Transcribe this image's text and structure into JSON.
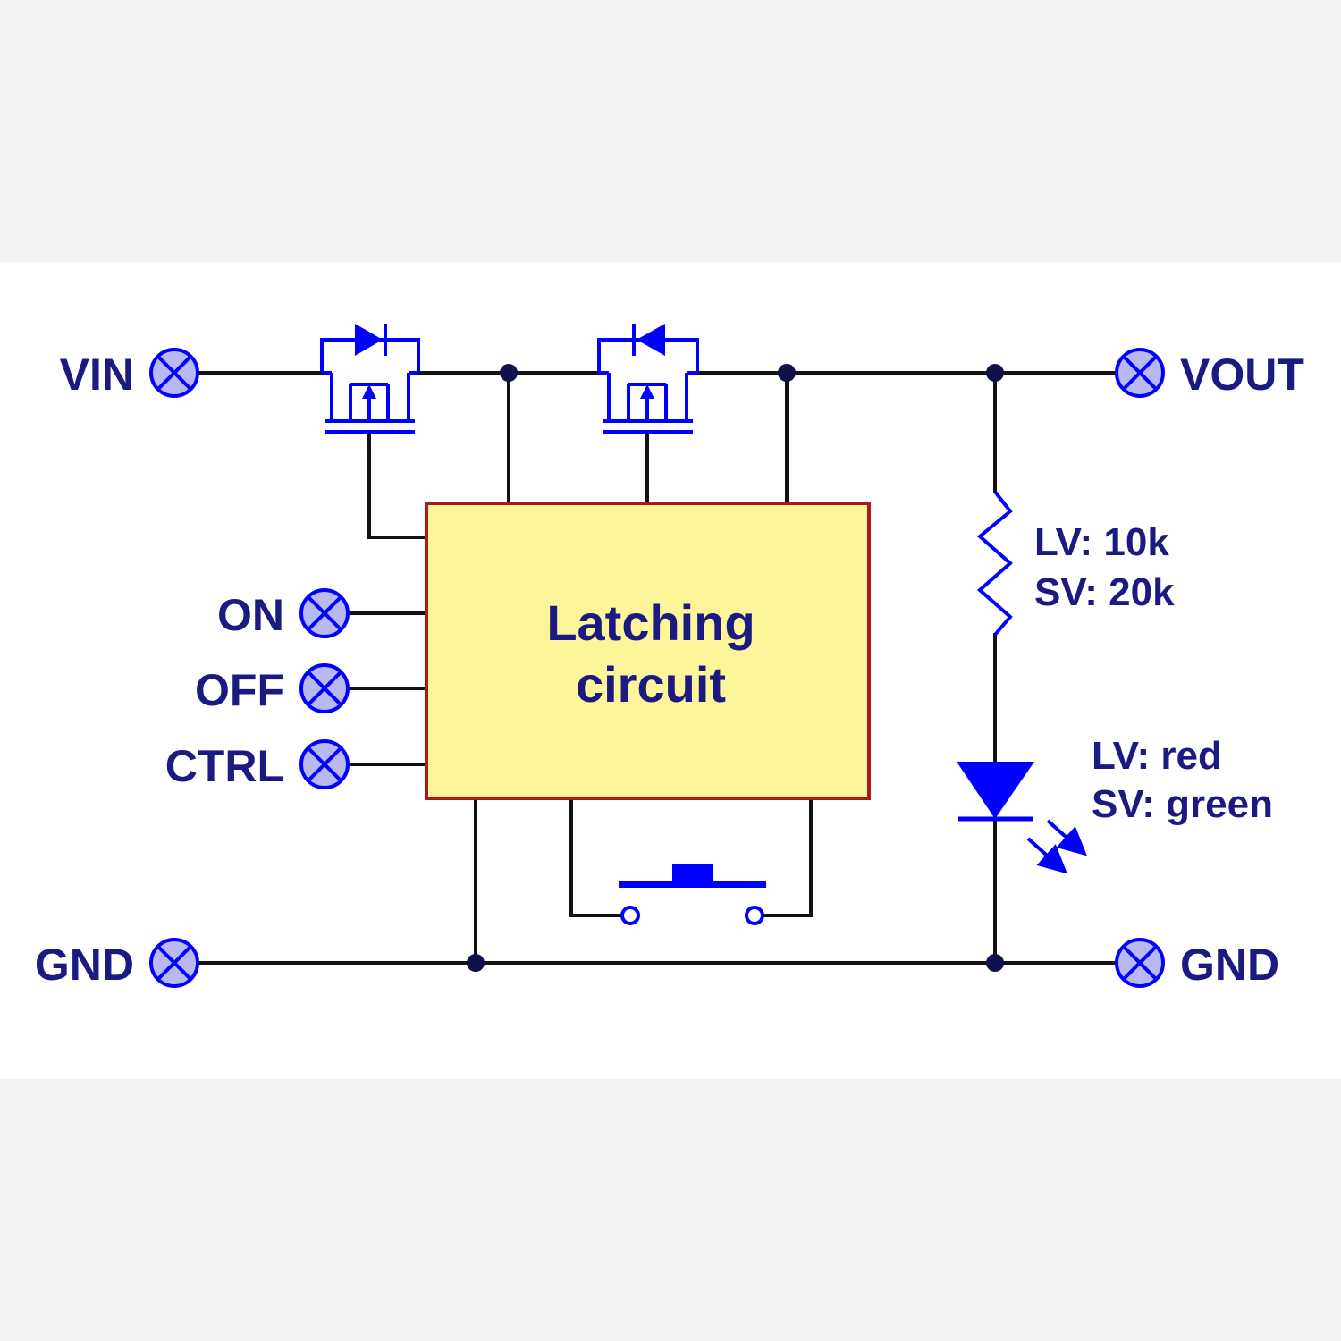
{
  "terminals": {
    "vin": "VIN",
    "vout": "VOUT",
    "gnd_left": "GND",
    "gnd_right": "GND",
    "on": "ON",
    "off": "OFF",
    "ctrl": "CTRL"
  },
  "block": {
    "line1": "Latching",
    "line2": "circuit"
  },
  "resistor": {
    "line1": "LV: 10k",
    "line2": "SV: 20k"
  },
  "led": {
    "line1": "LV: red",
    "line2": "SV: green"
  },
  "colors": {
    "label": "#1a1a80",
    "component": "#0000ff",
    "wire": "#111111",
    "block_fill": "#fcf59a",
    "block_border": "#b01818",
    "terminal_fill": "#b9b9f2",
    "node": "#10104a",
    "panel": "#ffffff",
    "page": "#f2f2f2"
  }
}
